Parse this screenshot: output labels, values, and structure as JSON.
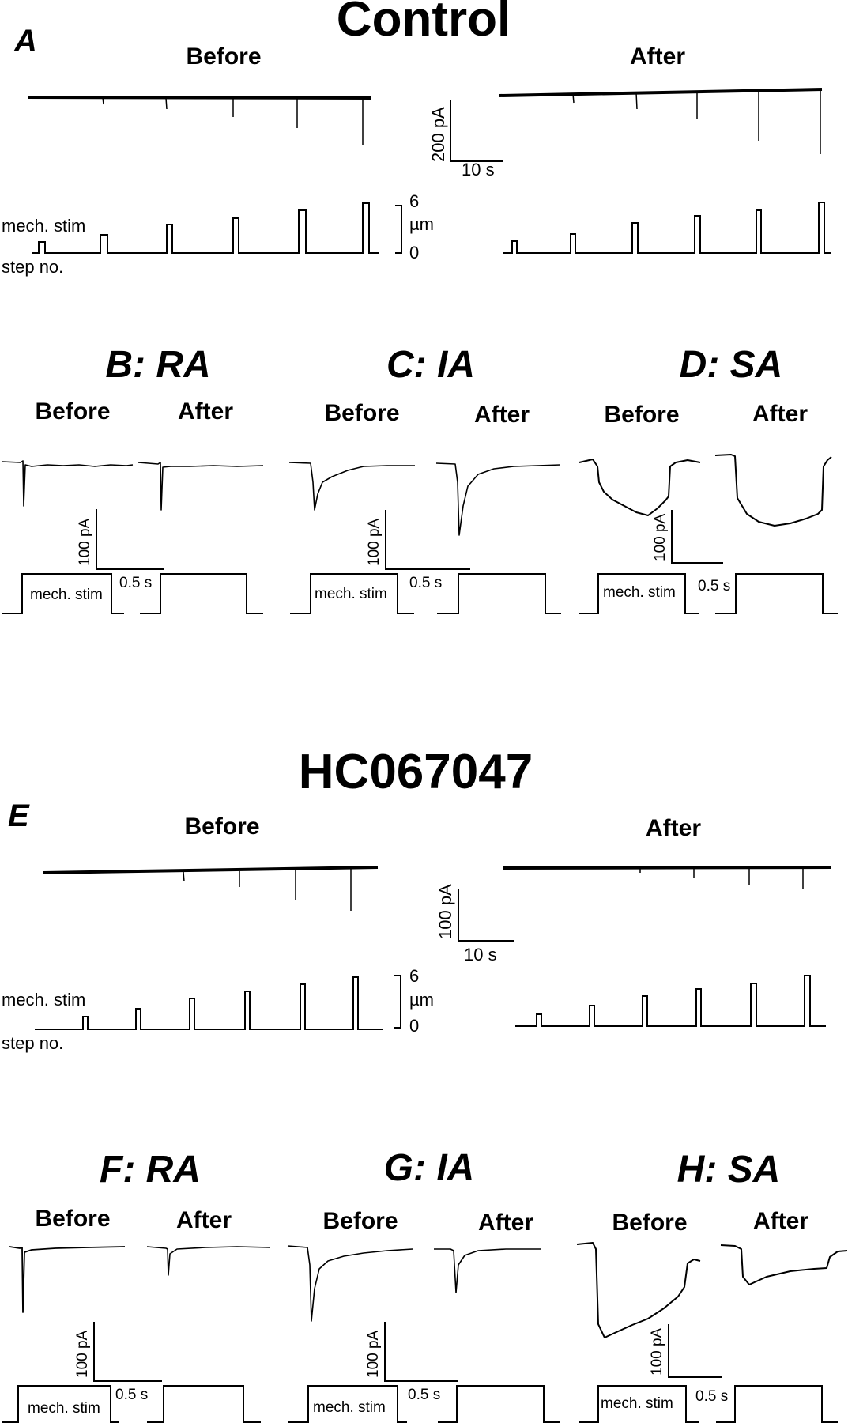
{
  "titles": {
    "control": "Control",
    "hc": "HC067047"
  },
  "panels": {
    "A": "A",
    "E": "E",
    "B": "B: RA",
    "C": "C: IA",
    "D": "D: SA",
    "F": "F: RA",
    "G": "G: IA",
    "H": "H: SA"
  },
  "labels": {
    "before": "Before",
    "after": "After",
    "mech_stim": "mech. stim",
    "step_no": "step no.",
    "um": "µm",
    "six": "6",
    "zero": "0",
    "pa200": "200 pA",
    "pa100": "100 pA",
    "s10": "10 s",
    "s05": "0.5 s"
  }
}
